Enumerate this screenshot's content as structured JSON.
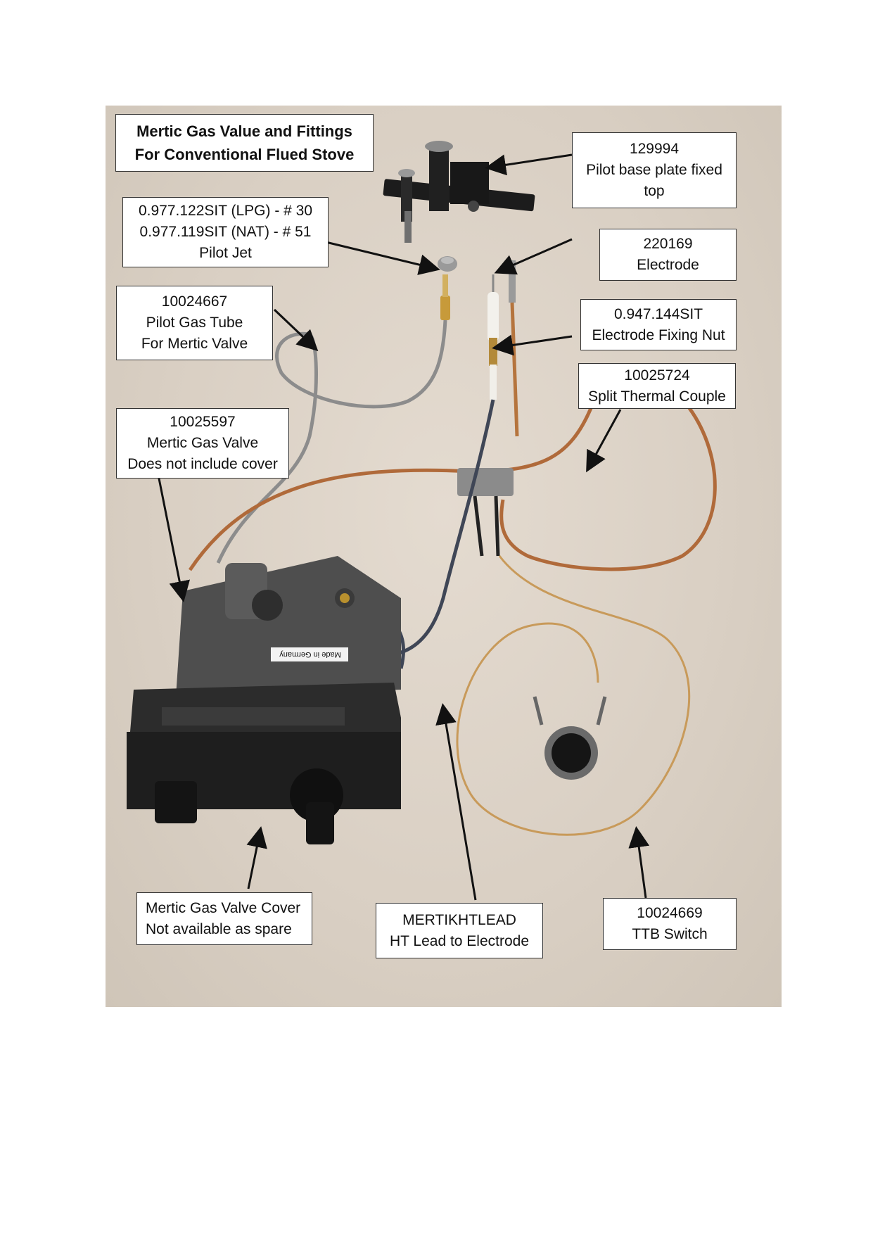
{
  "title": {
    "line1": "Mertic Gas Value and Fittings",
    "line2": "For Conventional Flued Stove"
  },
  "labels": {
    "pilot_base": {
      "line1": "129994",
      "line2": "Pilot base plate fixed",
      "line3": "top"
    },
    "pilot_jet": {
      "line1": "0.977.122SIT (LPG) - # 30",
      "line2": "0.977.119SIT (NAT) - # 51",
      "line3": "Pilot Jet"
    },
    "electrode": {
      "line1": "220169",
      "line2": "Electrode"
    },
    "pilot_gas_tube": {
      "line1": "10024667",
      "line2": "Pilot Gas Tube",
      "line3": "For Mertic Valve"
    },
    "fixing_nut": {
      "line1": "0.947.144SIT",
      "line2": "Electrode Fixing Nut"
    },
    "thermocouple": {
      "line1": "10025724",
      "line2": "Split Thermal Couple"
    },
    "gas_valve": {
      "line1": "10025597",
      "line2": "Mertic Gas Valve",
      "line3": "Does not include cover"
    },
    "valve_cover": {
      "line1": "Mertic Gas Valve Cover",
      "line2": "Not available as spare"
    },
    "ht_lead": {
      "line1": "MERTIKHTLEAD",
      "line2": "HT Lead to Electrode"
    },
    "ttb_switch": {
      "line1": "10024669",
      "line2": "TTB Switch"
    }
  },
  "product_sticker": "Made in Germany"
}
